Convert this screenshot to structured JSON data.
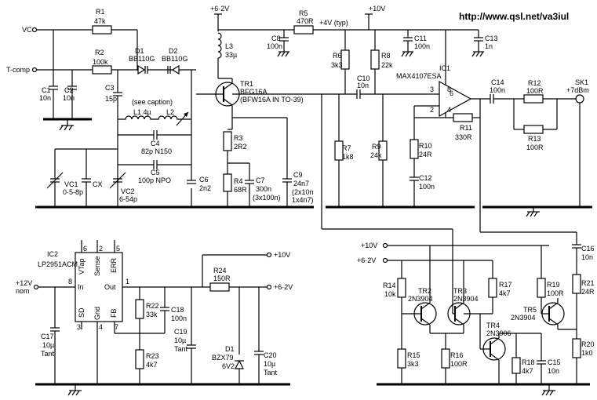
{
  "url": "http://www.qsl.net/va3iul",
  "rails": {
    "v62_top": "+6·2V",
    "v10_top": "+10V",
    "v4": "+4V (typ)",
    "v10_out": "+10V",
    "v62_out": "+6·2V",
    "v10_sw": "+10V",
    "v62_sw": "+6·2V",
    "v12_in": "+12V",
    "v12_nom": "nom"
  },
  "ports": {
    "vc": "VC",
    "tcomp": "T-comp",
    "sk1": "SK1",
    "sk1_level": "+7dBm"
  },
  "resistors": [
    {
      "ref": "R1",
      "val": "47k"
    },
    {
      "ref": "R2",
      "val": "100k"
    },
    {
      "ref": "R3",
      "val": "2R2"
    },
    {
      "ref": "R4",
      "val": "68R"
    },
    {
      "ref": "R5",
      "val": "470R"
    },
    {
      "ref": "R6",
      "val": "3k3"
    },
    {
      "ref": "R7",
      "val": "1k8"
    },
    {
      "ref": "R8",
      "val": "22k"
    },
    {
      "ref": "R9",
      "val": "24k"
    },
    {
      "ref": "R10",
      "val": "24R"
    },
    {
      "ref": "R11",
      "val": "330R"
    },
    {
      "ref": "R12",
      "val": "100R"
    },
    {
      "ref": "R13",
      "val": "100R"
    },
    {
      "ref": "R14",
      "val": "10k"
    },
    {
      "ref": "R15",
      "val": "3k3"
    },
    {
      "ref": "R16",
      "val": "100R"
    },
    {
      "ref": "R17",
      "val": "4k7"
    },
    {
      "ref": "R18",
      "val": "4k7"
    },
    {
      "ref": "R19",
      "val": "100R"
    },
    {
      "ref": "R20",
      "val": "1k0"
    },
    {
      "ref": "R21",
      "val": "24R"
    },
    {
      "ref": "R22",
      "val": "33k"
    },
    {
      "ref": "R23",
      "val": "4k7"
    },
    {
      "ref": "R24",
      "val": "150R"
    }
  ],
  "capacitors": [
    {
      "ref": "C1",
      "val": "10n"
    },
    {
      "ref": "C2",
      "val": "10n"
    },
    {
      "ref": "C3",
      "val": "15p"
    },
    {
      "ref": "C4",
      "val": "82p N150"
    },
    {
      "ref": "C5",
      "val": "100p NPO"
    },
    {
      "ref": "C6",
      "val": "2n2"
    },
    {
      "ref": "C7",
      "val": "300n",
      "note": "(3x100n)"
    },
    {
      "ref": "C8",
      "val": "100n"
    },
    {
      "ref": "C9",
      "val": "24n7",
      "note": "(2x10n",
      "note2": "1x4n7)"
    },
    {
      "ref": "C10",
      "val": "10n"
    },
    {
      "ref": "C11",
      "val": "100n"
    },
    {
      "ref": "C12",
      "val": "100n"
    },
    {
      "ref": "C13",
      "val": "1n"
    },
    {
      "ref": "C14",
      "val": "100n"
    },
    {
      "ref": "C15",
      "val": "10n"
    },
    {
      "ref": "C16",
      "val": "10n"
    },
    {
      "ref": "C17",
      "val": "10µ",
      "note": "Tant"
    },
    {
      "ref": "C18",
      "val": "100n"
    },
    {
      "ref": "C19",
      "val": "10µ",
      "note": "Tant"
    },
    {
      "ref": "C20",
      "val": "10µ",
      "note": "Tant"
    },
    {
      "ref": "CX",
      "val": ""
    },
    {
      "ref": "VC1",
      "val": "0·5-8p"
    },
    {
      "ref": "VC2",
      "val": "6-54p"
    }
  ],
  "inductors": {
    "l1": "L1 4µ",
    "l2": "L2",
    "l3": "L3",
    "l3_val": "33µ",
    "caption": "(see caption)"
  },
  "diodes": [
    {
      "ref": "D1",
      "val": "BB110G"
    },
    {
      "ref": "D2",
      "val": "BB110G"
    },
    {
      "ref": "D1b",
      "label": "D1",
      "val": "BZX79",
      "val2": "6V2"
    }
  ],
  "transistors": {
    "tr1": "TR1",
    "tr1_type": "BFG16A",
    "tr1_note": "(BFW16A IN TO-39)",
    "tr2": "TR2",
    "tr2_type": "2N3904",
    "tr3": "TR3",
    "tr3_type": "2N3904",
    "tr4": "TR4",
    "tr4_type": "2N3906",
    "tr5": "TR5",
    "tr5_type": "2N3904"
  },
  "ic1": {
    "ref": "IC1",
    "type": "MAX4107ESA",
    "p3": "3",
    "p8": "8",
    "p2": "2",
    "p4": "4",
    "p6": "6"
  },
  "ic2": {
    "ref": "IC2",
    "type": "LP2951ACM",
    "in": "In",
    "out": "Out",
    "sd": "SD",
    "gnd": "Gnd",
    "fb": "FB",
    "vtap": "VTap",
    "sense": "Sense",
    "err": "ERR",
    "p6": "6",
    "p2": "2",
    "p5": "5",
    "p8": "8",
    "p1": "1",
    "p3": "3",
    "p4": "4",
    "p7": "7"
  }
}
